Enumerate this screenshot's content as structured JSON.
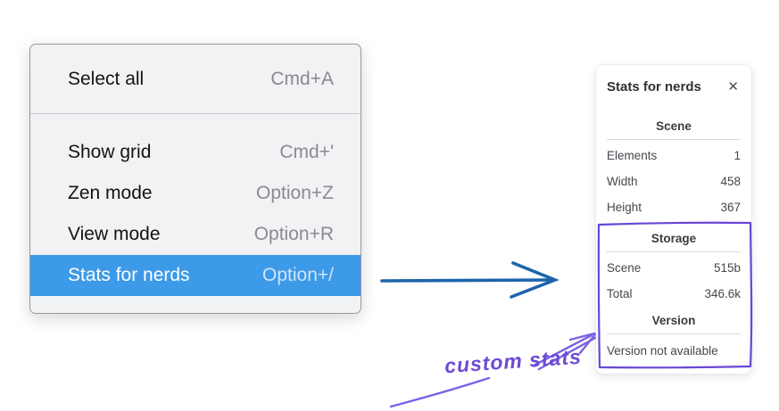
{
  "menu": {
    "groups": [
      {
        "items": [
          {
            "label": "Select all",
            "shortcut": "Cmd+A",
            "selected": false
          }
        ]
      },
      {
        "items": [
          {
            "label": "Show grid",
            "shortcut": "Cmd+'",
            "selected": false
          },
          {
            "label": "Zen mode",
            "shortcut": "Option+Z",
            "selected": false
          },
          {
            "label": "View mode",
            "shortcut": "Option+R",
            "selected": false
          },
          {
            "label": "Stats for nerds",
            "shortcut": "Option+/",
            "selected": true
          }
        ]
      }
    ]
  },
  "panel": {
    "title": "Stats for nerds",
    "close_icon": "✕",
    "sections": [
      {
        "header": "Scene",
        "rows": [
          {
            "label": "Elements",
            "value": "1"
          },
          {
            "label": "Width",
            "value": "458"
          },
          {
            "label": "Height",
            "value": "367"
          }
        ]
      },
      {
        "header": "Storage",
        "rows": [
          {
            "label": "Scene",
            "value": "515b"
          },
          {
            "label": "Total",
            "value": "346.6k"
          }
        ]
      },
      {
        "header": "Version",
        "note": "Version not available"
      }
    ]
  },
  "annotation": {
    "label": "custom stats"
  },
  "colors": {
    "menu_highlight": "#3d9ae8",
    "menu_background": "#f1f2f4",
    "arrow_blue": "#1d64ab",
    "annotation_purple": "#7b62e3",
    "highlight_box_purple": "#6847d5"
  }
}
